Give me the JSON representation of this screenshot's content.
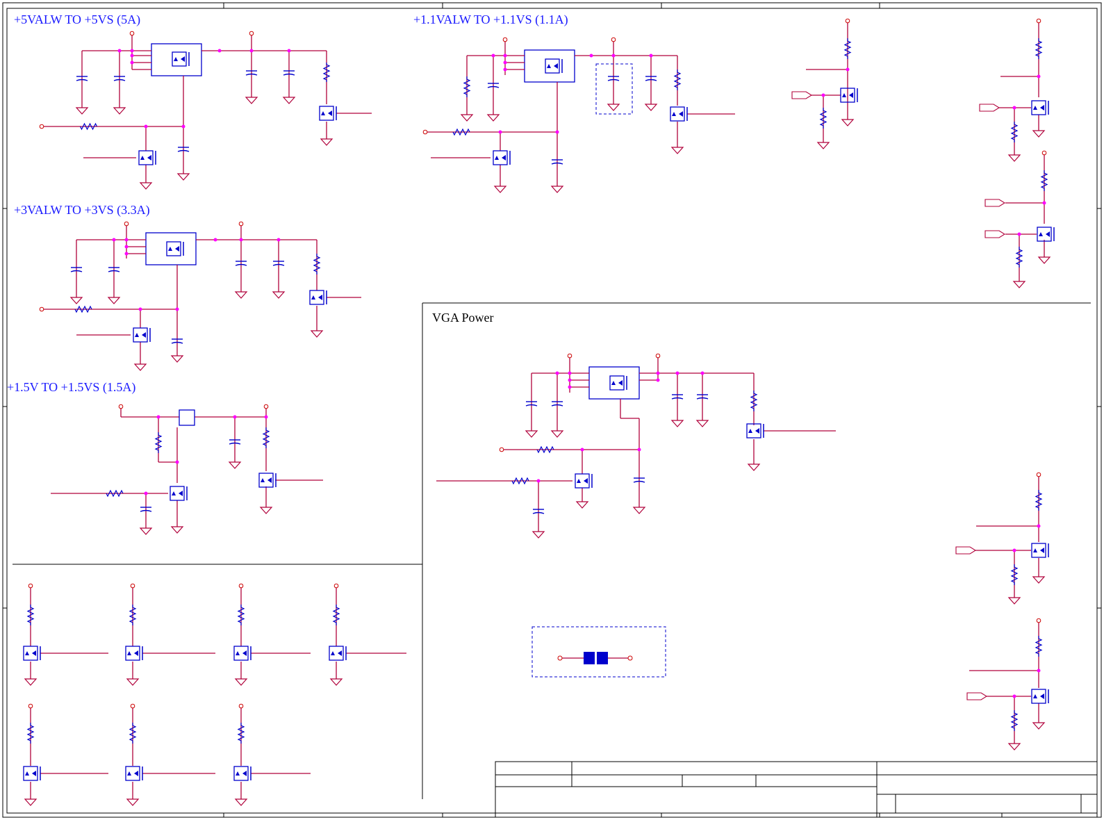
{
  "sections": {
    "s5v": "+5VALW TO +5VS (5A)",
    "s11v": "+1.1VALW TO +1.1VS (1.1A)",
    "s3v": "+3VALW TO +3VS (3.3A)",
    "s15v": "+1.5V TO +1.5VS (1.5A)",
    "vga": "VGA Power"
  },
  "colors": {
    "wire": "#b0003a",
    "component": "#0000cc",
    "junction": "#ff00ff",
    "frame": "#000000",
    "title": "#1a1aff"
  },
  "icons": [
    "mosfet-icon",
    "resistor-icon",
    "capacitor-icon",
    "ground-icon",
    "power-port-icon",
    "off-page-connector-icon",
    "jumper-icon"
  ]
}
